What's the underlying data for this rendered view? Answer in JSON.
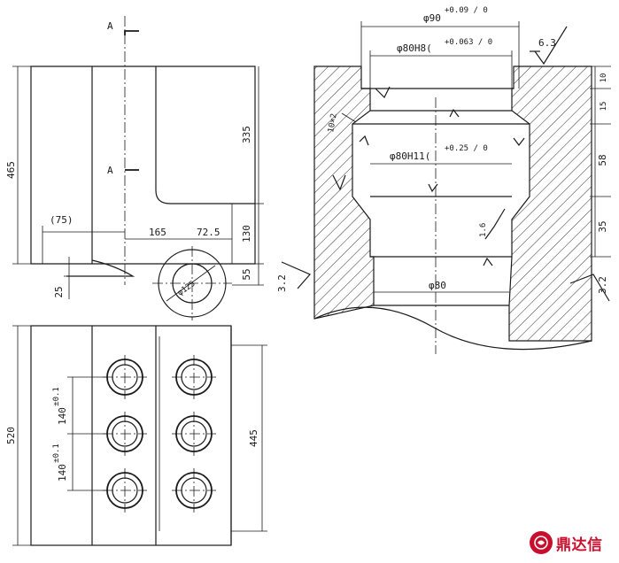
{
  "front_view": {
    "section_mark_top": "A",
    "section_mark_mid": "A",
    "dim_height": "465",
    "dim_upper": "335",
    "dim_130": "130",
    "dim_55": "55",
    "dim_25": "25",
    "dim_75": "(75)",
    "dim_165": "165",
    "dim_72_5": "72.5",
    "hole_label": "φ125"
  },
  "plan_view": {
    "dim_width": "520",
    "dim_length": "445",
    "pitch_upper": "140",
    "pitch_upper_tol": "±0.1",
    "pitch_lower": "140",
    "pitch_lower_tol": "±0.1"
  },
  "section_view": {
    "dia_90": "φ90",
    "dia_90_tol": "+0.09 / 0",
    "dia_80h8": "φ80H8(",
    "dia_80h8_tol": "+0.063 / 0",
    "dia_80h11": "φ80H11(",
    "dia_80h11_tol": "+0.25 / 0",
    "dia_80": "φ80",
    "rough_63": "6.3",
    "rough_32_left": "3.2",
    "rough_32_right": "3.2",
    "rough_16": "1.6",
    "dim_10": "10",
    "dim_15": "15",
    "dim_58": "58",
    "dim_35": "35",
    "chamfer": "10×2"
  },
  "logo": {
    "text": "鼎达信",
    "color": "#c8102e"
  }
}
